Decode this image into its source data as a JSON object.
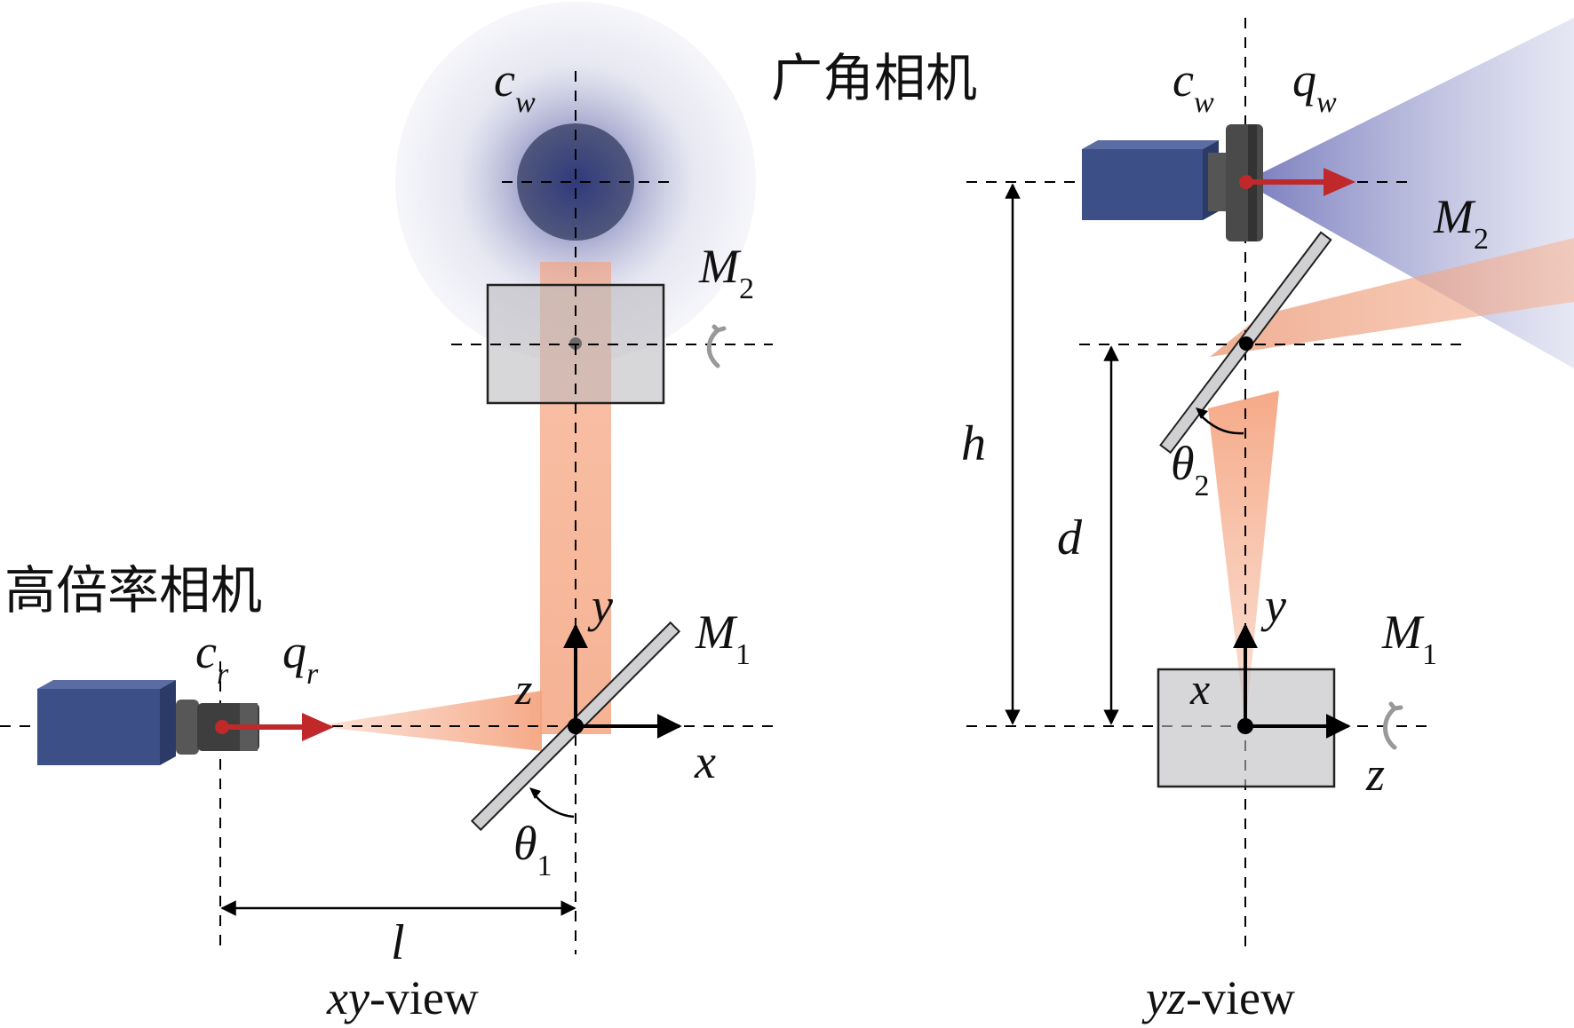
{
  "left_view": {
    "title_italic": "xy",
    "title_suffix": "-view",
    "wide_camera_label": "广角相机",
    "high_mag_camera_label": "高倍率相机",
    "cw": {
      "base": "c",
      "sub": "w"
    },
    "cr": {
      "base": "c",
      "sub": "r"
    },
    "qr": {
      "base": "q",
      "sub": "r"
    },
    "m1": {
      "base": "M",
      "sub": "1"
    },
    "m2": {
      "base": "M",
      "sub": "2"
    },
    "theta1": {
      "base": "θ",
      "sub": "1"
    },
    "axis_x": "x",
    "axis_y": "y",
    "axis_z": "z",
    "dim_l": "l"
  },
  "right_view": {
    "title_italic": "yz",
    "title_suffix": "-view",
    "cw": {
      "base": "c",
      "sub": "w"
    },
    "qw": {
      "base": "q",
      "sub": "w"
    },
    "m1": {
      "base": "M",
      "sub": "1"
    },
    "m2": {
      "base": "M",
      "sub": "2"
    },
    "theta2": {
      "base": "θ",
      "sub": "2"
    },
    "axis_x": "x",
    "axis_y": "y",
    "axis_z": "z",
    "dim_h": "h",
    "dim_d": "d"
  },
  "colors": {
    "beam": "#f4a07a",
    "camera_body": "#3c4f86",
    "lens": "#4a4a4a",
    "mirror_fill": "#d0cfd2",
    "arrow_red": "#c0282a",
    "halo": "#3a3f8f"
  }
}
